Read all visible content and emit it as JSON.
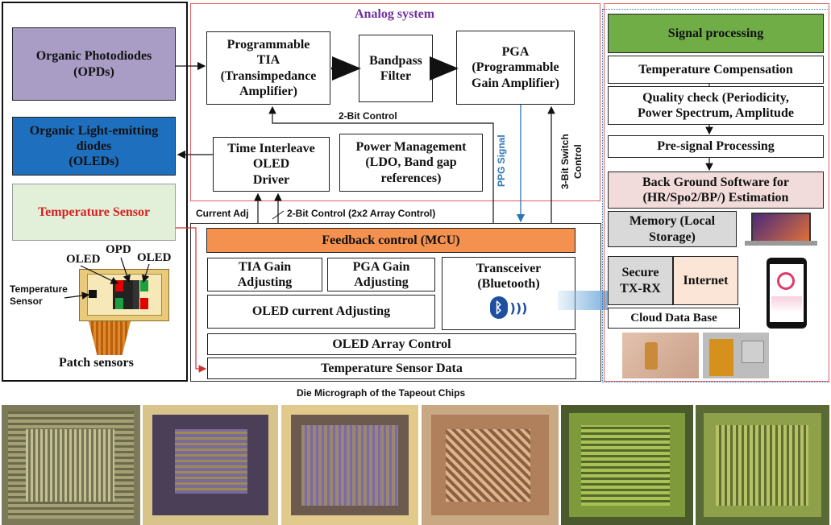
{
  "left": {
    "opd": "Organic Photodiodes\n(OPDs)",
    "oled": "Organic Light-emitting\ndiodes\n(OLEDs)",
    "temp_sensor": "Temperature Sensor",
    "patch": {
      "oled_a": "OLED",
      "opd": "OPD",
      "oled_b": "OLED",
      "temp_label": "Temperature\nSensor",
      "caption": "Patch sensors"
    }
  },
  "analog": {
    "title": "Analog system",
    "tia": "Programmable\nTIA\n(Transimpedance\nAmplifier)",
    "bandpass": "Bandpass\nFilter",
    "pga": "PGA\n(Programmable\nGain Amplifier)",
    "two_bit": "2-Bit Control",
    "driver": "Time Interleave\nOLED\nDriver",
    "power": "Power Management\n(LDO, Band gap\nreferences)",
    "ppg": "PPG Signal",
    "three_bit": "3-Bit Switch\nControl"
  },
  "mcu": {
    "current_adj": "Current Adj",
    "two_bit_array": "2-Bit Control (2x2 Array Control)",
    "feedback": "Feedback control (MCU)",
    "tia_gain": "TIA Gain\nAdjusting",
    "pga_gain": "PGA Gain\nAdjusting",
    "oled_current": "OLED current Adjusting",
    "transceiver": "Transceiver\n(Bluetooth)",
    "oled_array": "OLED Array Control",
    "temp_data": "Temperature Sensor Data"
  },
  "signal": {
    "title": "Signal processing",
    "temp_comp": "Temperature Compensation",
    "quality": "Quality check (Periodicity,\nPower Spectrum, Amplitude",
    "pre": "Pre-signal Processing",
    "background": "Back Ground Software for\n(HR/Spo2/BP/) Estimation",
    "memory": "Memory (Local\nStorage)",
    "secure": "Secure\nTX-RX",
    "internet": "Internet",
    "cloud": "Cloud Data Base"
  },
  "die_title": "Die Micrograph of the Tapeout Chips",
  "colors": {
    "opd_fill": "#a99cc5",
    "oled_fill": "#1f6fbf",
    "temp_fill": "#e2efd9",
    "temp_text": "#d62020",
    "analog_title": "#7030a0",
    "mcu_fill": "#f4914f",
    "signal_title_fill": "#70ad47",
    "background_fill": "#f2dcdb",
    "memory_fill": "#d9d9d9",
    "internet_fill": "#fbe5d6",
    "ppg_blue": "#2e75b6"
  }
}
